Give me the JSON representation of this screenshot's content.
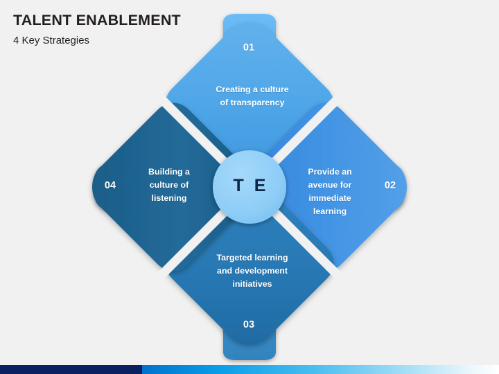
{
  "header": {
    "title": "TALENT ENABLEMENT",
    "subtitle": "4 Key Strategies"
  },
  "center": {
    "label": "T E"
  },
  "diagram": {
    "type": "four-petal-cycle",
    "petals": [
      {
        "id": "01",
        "position": "top",
        "number": "01",
        "label": "Creating a culture\nof transparency",
        "color": "#4da5e8",
        "badge_color": "#62b3ef"
      },
      {
        "id": "02",
        "position": "right",
        "number": "02",
        "label": "Provide an\navenue for\nimmediate\nlearning",
        "color": "#3d8fe0",
        "badge_color": "#56a1ea"
      },
      {
        "id": "03",
        "position": "bottom",
        "number": "03",
        "label": "Targeted learning\nand development\ninitiatives",
        "color": "#2878b4",
        "badge_color": "#3a8cc7"
      },
      {
        "id": "04",
        "position": "left",
        "number": "04",
        "label": "Building a\nculture of\nlistening",
        "color": "#1e628f",
        "badge_color": "#2d74a3"
      }
    ]
  },
  "colors": {
    "background": "#f1f1f1",
    "title": "#231f20",
    "center_circle": "#8ecdf7",
    "center_text": "#0d2647",
    "petal_text": "#ffffff",
    "footer_navy": "#0a2060",
    "footer_blue": "#0b9ee8"
  },
  "footer": {
    "navy_width": 205,
    "gradient_start": "#0071ce",
    "gradient_end": "#ffffff"
  }
}
